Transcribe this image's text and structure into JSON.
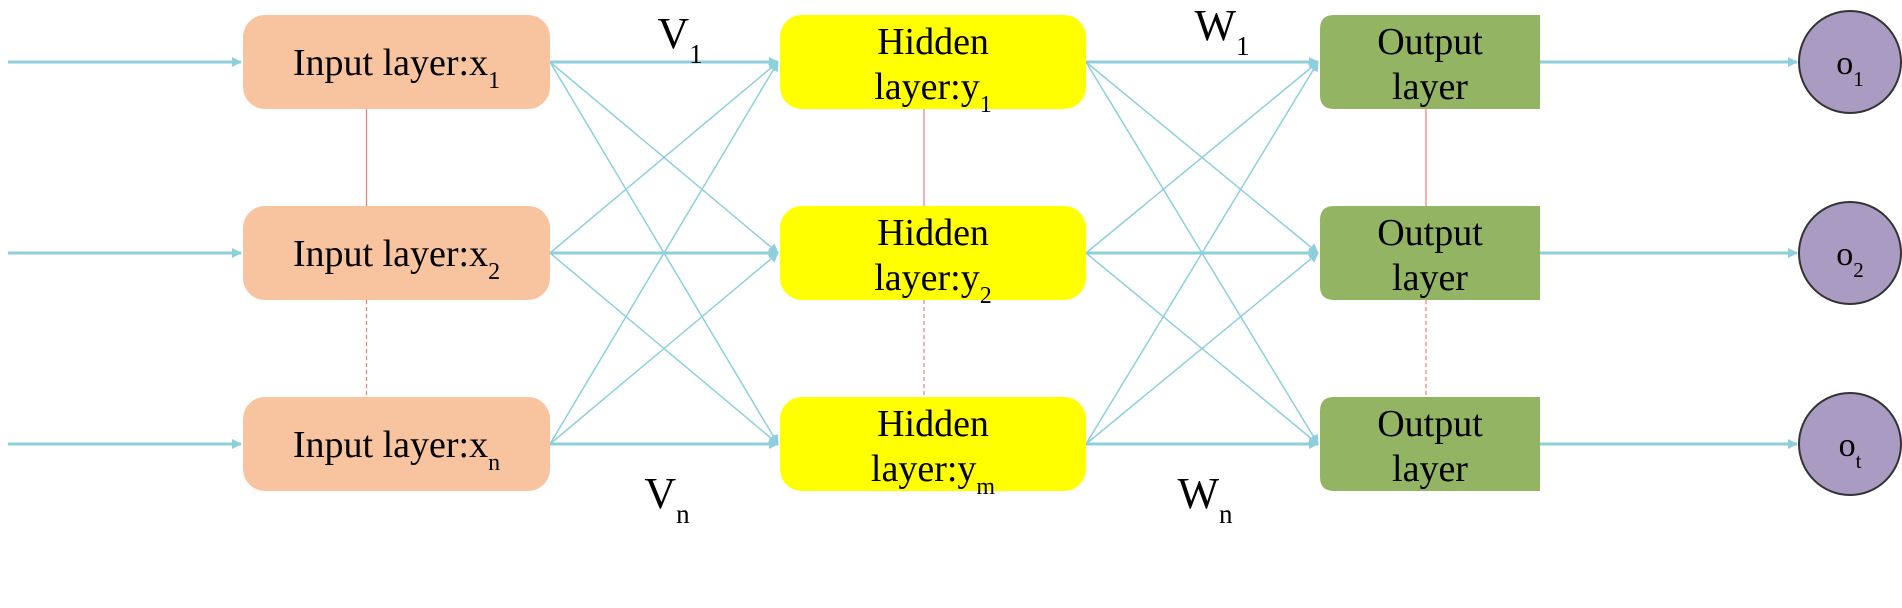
{
  "colors": {
    "arrow": "#8ecfdc",
    "input_fill": "#f8c39f",
    "hidden_fill": "#ffff00",
    "output_fill": "#93b462",
    "output_node_fill": "#a99bc1",
    "separator": "#f07a7a"
  },
  "input_layer": {
    "prefix": "Input layer:",
    "nodes": [
      {
        "var": "x",
        "sub": "1"
      },
      {
        "var": "x",
        "sub": "2"
      },
      {
        "var": "x",
        "sub": "n"
      }
    ]
  },
  "hidden_layer": {
    "line1": "Hidden",
    "prefix": "layer:",
    "nodes": [
      {
        "var": "y",
        "sub": "1"
      },
      {
        "var": "y",
        "sub": "2"
      },
      {
        "var": "y",
        "sub": "m"
      }
    ]
  },
  "output_layer": {
    "line1": "Output",
    "line2": "layer",
    "count": 3
  },
  "outputs": [
    {
      "var": "o",
      "sub": "1"
    },
    {
      "var": "o",
      "sub": "2"
    },
    {
      "var": "o",
      "sub": "t"
    }
  ],
  "weights": {
    "v_top": {
      "var": "V",
      "sub": "1"
    },
    "v_bottom": {
      "var": "V",
      "sub": "n"
    },
    "w_top": {
      "var": "W",
      "sub": "1"
    },
    "w_bottom": {
      "var": "W",
      "sub": "n"
    }
  }
}
